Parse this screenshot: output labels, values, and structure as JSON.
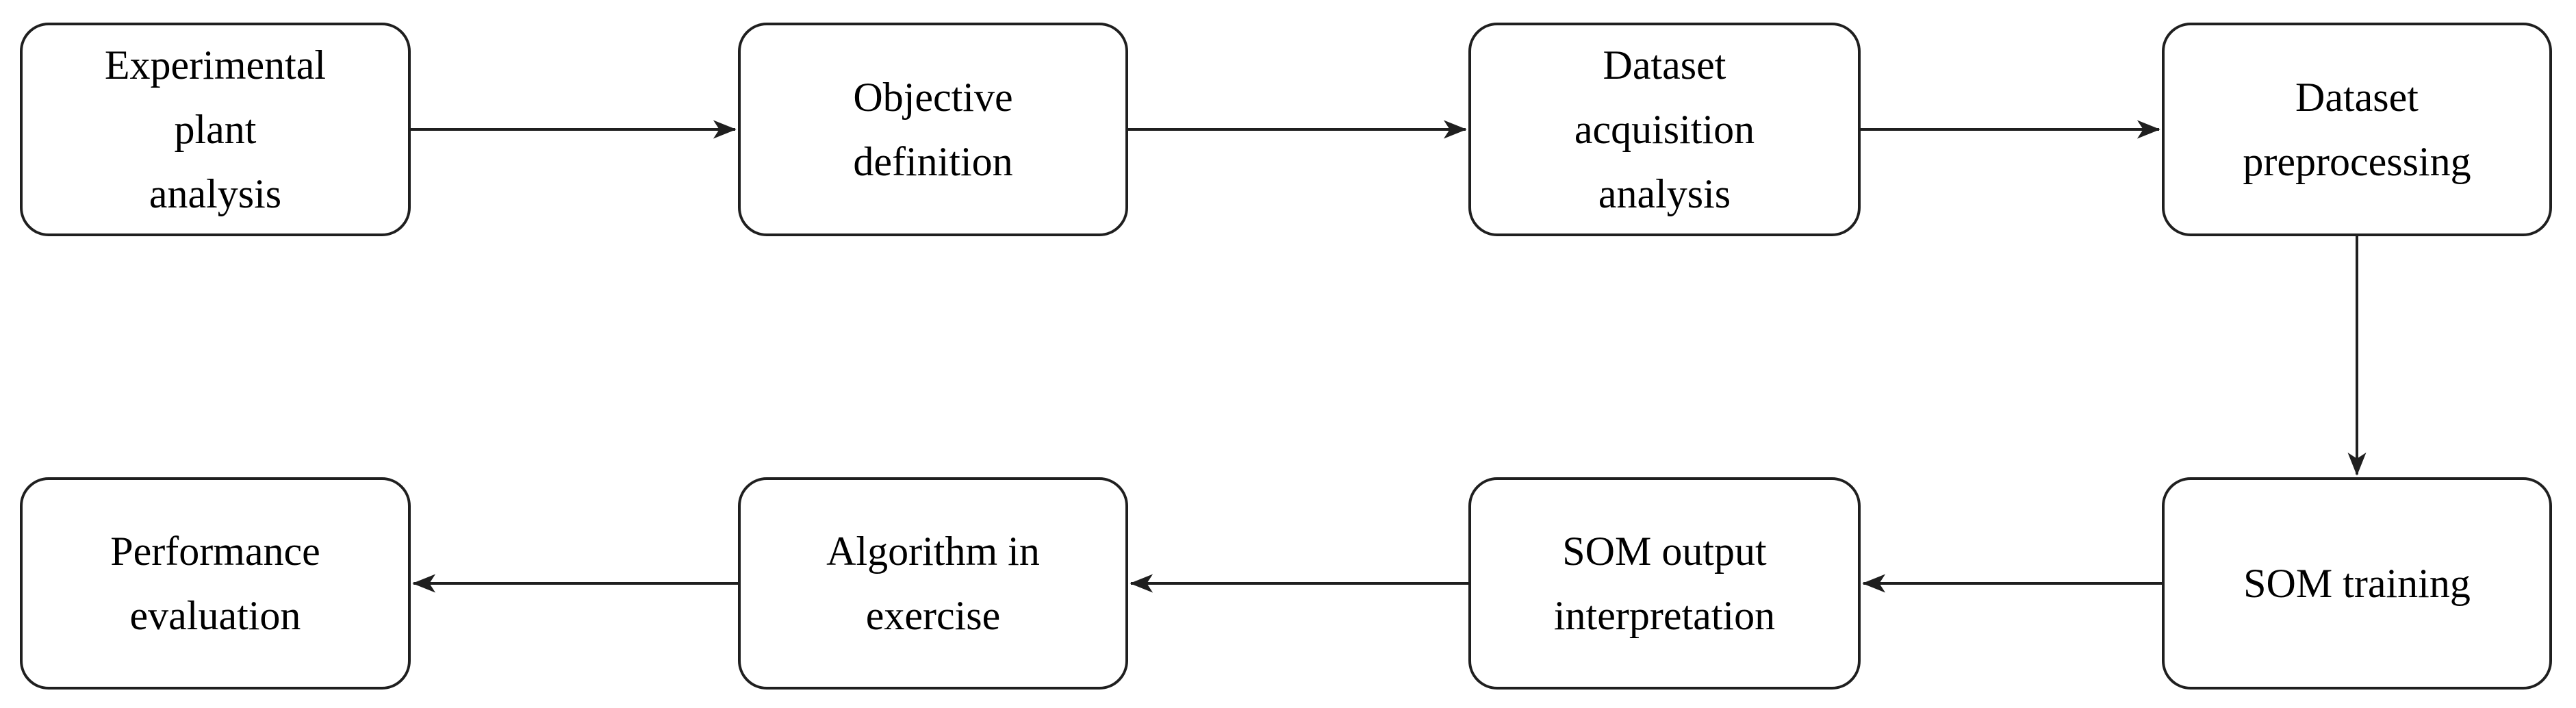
{
  "colors": {
    "background": "#ffffff",
    "stroke": "#1f1f1f",
    "text": "#000000"
  },
  "diagram": {
    "nodes": [
      {
        "id": "experimental-plant-analysis",
        "label": "Experimental\nplant\nanalysis"
      },
      {
        "id": "objective-definition",
        "label": "Objective\ndefinition"
      },
      {
        "id": "dataset-acquisition-analysis",
        "label": "Dataset\nacquisition\nanalysis"
      },
      {
        "id": "dataset-preprocessing",
        "label": "Dataset\npreprocessing"
      },
      {
        "id": "som-training",
        "label": "SOM training"
      },
      {
        "id": "som-output-interpretation",
        "label": "SOM output\ninterpretation"
      },
      {
        "id": "algorithm-in-exercise",
        "label": "Algorithm in\nexercise"
      },
      {
        "id": "performance-evaluation",
        "label": "Performance\nevaluation"
      }
    ],
    "edges": [
      {
        "from": "experimental-plant-analysis",
        "to": "objective-definition"
      },
      {
        "from": "objective-definition",
        "to": "dataset-acquisition-analysis"
      },
      {
        "from": "dataset-acquisition-analysis",
        "to": "dataset-preprocessing"
      },
      {
        "from": "dataset-preprocessing",
        "to": "som-training"
      },
      {
        "from": "som-training",
        "to": "som-output-interpretation"
      },
      {
        "from": "som-output-interpretation",
        "to": "algorithm-in-exercise"
      },
      {
        "from": "algorithm-in-exercise",
        "to": "performance-evaluation"
      }
    ]
  }
}
